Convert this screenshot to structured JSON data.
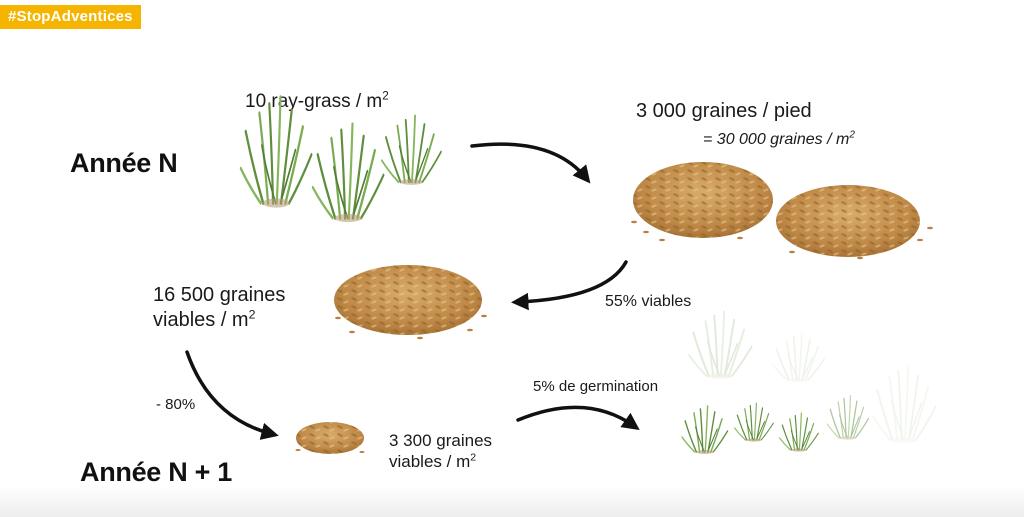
{
  "tag": "#StopAdventices",
  "years": {
    "year_n": "Année N",
    "year_n1": "Année N + 1"
  },
  "labels": {
    "plants": "10 ray-grass / m",
    "plants_exp": "2",
    "seeds_per_plant": "3 000 graines / pied",
    "seeds_total": "= 30 000 graines / m",
    "seeds_total_exp": "2",
    "viable_line1": "16 500 graines",
    "viable_line2": "viables / m",
    "viable_exp": "2",
    "viable_pct": "55% viables",
    "reduction": "- 80%",
    "remaining_line1": "3 300 graines",
    "remaining_line2": "viables / m",
    "remaining_exp": "2",
    "germination": "5% de germination"
  },
  "icons": {
    "grass": "grass-tuft-icon",
    "seeds": "seed-pile-icon"
  },
  "colors": {
    "tag_bg": "#f5b400",
    "grass": "#6f9e4a",
    "seed": "#c99a57",
    "arrow": "#111111"
  }
}
